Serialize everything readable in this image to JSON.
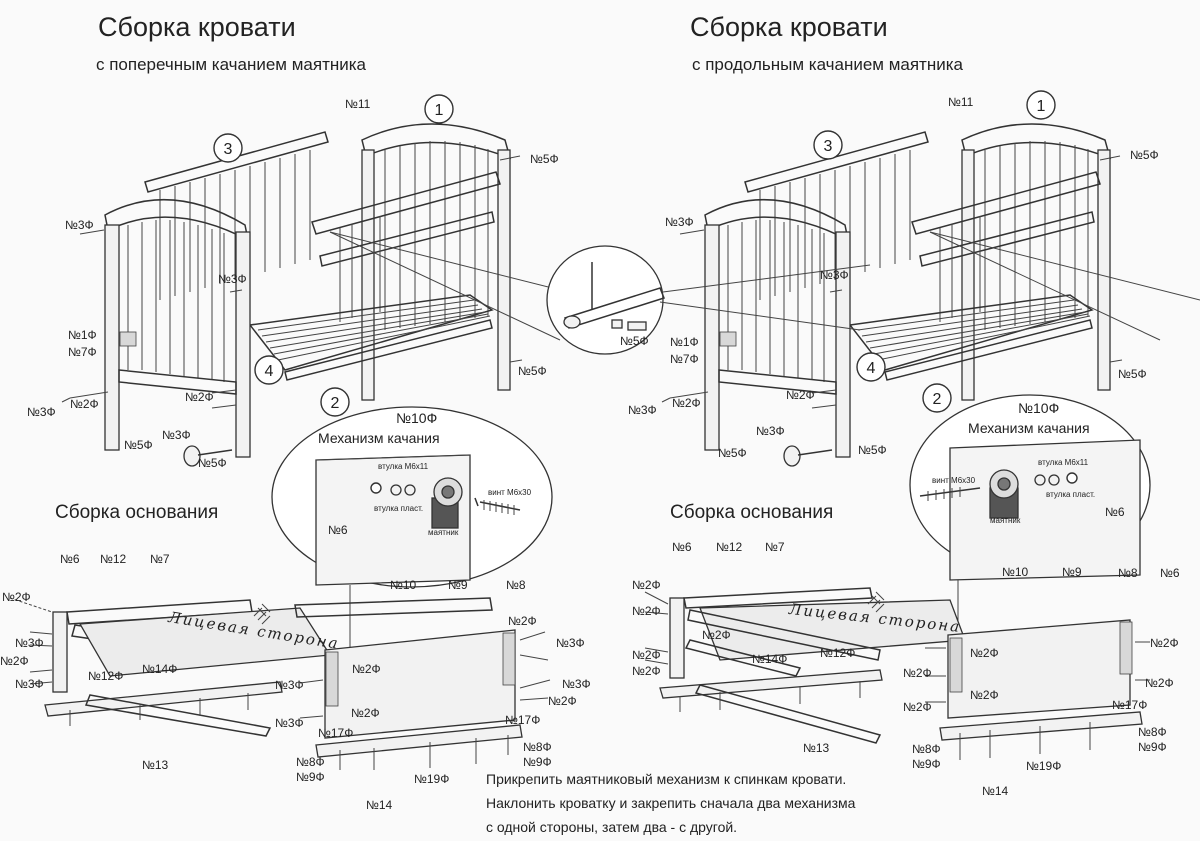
{
  "left": {
    "title": "Сборка кровати",
    "subtitle": "с поперечным качанием маятника",
    "base_title": "Сборка основания",
    "circles": [
      "1",
      "2",
      "3",
      "4"
    ],
    "labels": {
      "n11": "№11",
      "n5f_a": "№5Ф",
      "n3f_a": "№3Ф",
      "n3f_b": "№3Ф",
      "n1f": "№1Ф",
      "n7f": "№7Ф",
      "n3f_c": "№3Ф",
      "n2f_a": "№2Ф",
      "n2f_b": "№2Ф",
      "n3f_d": "№3Ф",
      "n5f_b": "№5Ф",
      "n5f_c": "№5Ф",
      "n5f_d": "№5Ф",
      "b_n6": "№6",
      "b_n12": "№12",
      "b_n7": "№7",
      "b_n2f_a": "№2Ф",
      "b_n3f_a": "№3Ф",
      "b_n2f_b": "№2Ф",
      "b_n3f_b": "№3Ф",
      "b_n12f": "№12Ф",
      "b_n14f": "№14Ф",
      "b_n13": "№13",
      "b_n10": "№10",
      "b_n9": "№9",
      "b_n8": "№8",
      "b_n2f_c": "№2Ф",
      "b_n3f_c": "№3Ф",
      "b_n3f_d": "№3Ф",
      "b_n2f_d": "№2Ф",
      "b_n3f_e": "№3Ф",
      "b_n3f_f": "№3Ф",
      "b_n2f_e": "№2Ф",
      "b_n17f_a": "№17Ф",
      "b_n17f_b": "№17Ф",
      "b_n8f": "№8Ф",
      "b_n9f": "№9Ф",
      "b_n8f_b": "№8Ф",
      "b_n9f_b": "№9Ф",
      "b_n19f": "№19Ф",
      "b_n14": "№14"
    },
    "lice": "Лицевая сторона"
  },
  "right": {
    "title": "Сборка кровати",
    "subtitle": "с продольным качанием маятника",
    "base_title": "Сборка основания",
    "circles": [
      "1",
      "2",
      "3",
      "4"
    ],
    "labels": {
      "n11": "№11",
      "n5f_a": "№5Ф",
      "n3f_a": "№3Ф",
      "n3f_b": "№3Ф",
      "n1f": "№1Ф",
      "n7f": "№7Ф",
      "n3f_c": "№3Ф",
      "n2f_a": "№2Ф",
      "n2f_b": "№2Ф",
      "n3f_d": "№3Ф",
      "n5f_b": "№5Ф",
      "n5f_c": "№5Ф",
      "n5f_d": "№5Ф",
      "b_n6": "№6",
      "b_n12": "№12",
      "b_n7": "№7",
      "b_n2f_a": "№2Ф",
      "b_n2f_b": "№2Ф",
      "b_n2f_c": "№2Ф",
      "b_n2f_d": "№2Ф",
      "b_n14f": "№14Ф",
      "b_n12f": "№12Ф",
      "b_n13": "№13",
      "b_n10": "№10",
      "b_n9": "№9",
      "b_n8": "№8",
      "b_n6b": "№6",
      "b_n2f_e": "№2Ф",
      "b_n2f_f": "№2Ф",
      "b_n2f_g": "№2Ф",
      "b_n2f_h": "№2Ф",
      "b_n2f_i": "№2Ф",
      "b_n2f_j": "№2Ф",
      "b_n17f": "№17Ф",
      "b_n8f": "№8Ф",
      "b_n9f": "№9Ф",
      "b_n8f_b": "№8Ф",
      "b_n9f_b": "№9Ф",
      "b_n19f": "№19Ф",
      "b_n14": "№14"
    },
    "lice": "Лицевая сторона"
  },
  "center_detail": {
    "label": "№5Ф"
  },
  "mechanism_left": {
    "title": "№10Ф",
    "subtitle": "Механизм качания",
    "part_no": "№6",
    "bushing_m6": "втулка М6х11",
    "bushing_plast": "втулка пласт.",
    "screw": "винт М6х30",
    "pendulum": "маятник"
  },
  "mechanism_right": {
    "title": "№10Ф",
    "subtitle": "Механизм качания",
    "part_no": "№6",
    "bushing_m6": "втулка М6х11",
    "bushing_plast": "втулка пласт.",
    "screw": "винт М6х30",
    "pendulum": "маятник"
  },
  "instructions": [
    "Прикрепить маятниковый механизм к спинкам кровати.",
    "Наклонить кроватку и закрепить сначала два механизма",
    "с одной стороны, затем два - с другой."
  ]
}
